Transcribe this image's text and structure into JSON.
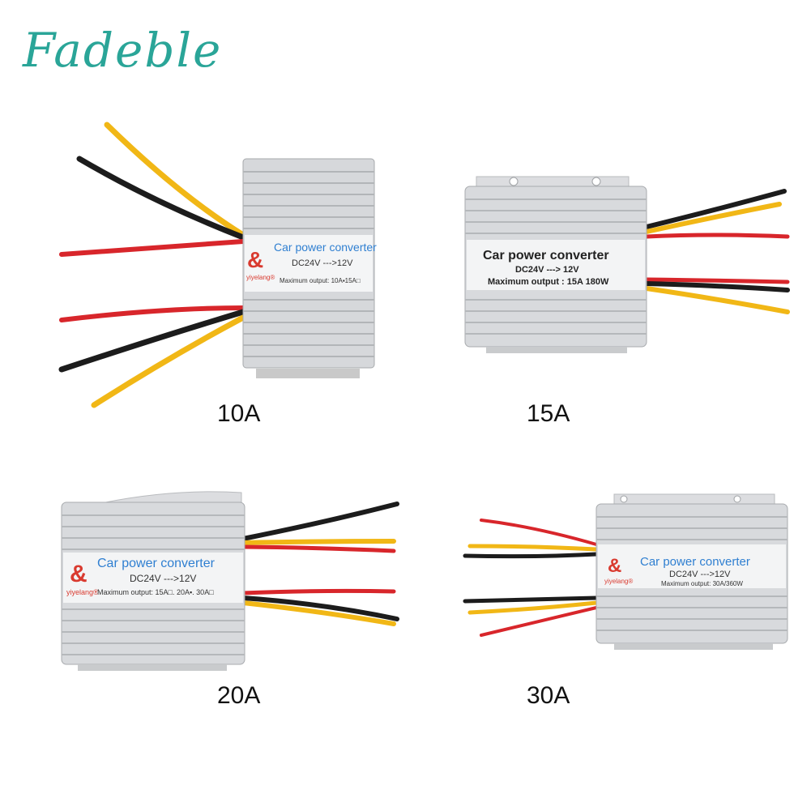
{
  "brand": "Fadeble",
  "products": [
    {
      "caption": "10A",
      "label": {
        "title": "Car power converter",
        "voltage": "DC24V --->12V",
        "output": "Maximum output: 10A▪15A□",
        "logo_mark": "&",
        "logo_text": "yiyelang®"
      }
    },
    {
      "caption": "15A",
      "label": {
        "title": "Car power converter",
        "voltage": "DC24V ---> 12V",
        "output": "Maximum output : 15A 180W"
      }
    },
    {
      "caption": "20A",
      "label": {
        "title": "Car power converter",
        "voltage": "DC24V --->12V",
        "output": "Maximum output: 15A□. 20A▪. 30A□",
        "logo_mark": "&",
        "logo_text": "yiyelang®"
      }
    },
    {
      "caption": "30A",
      "label": {
        "title": "Car power converter",
        "voltage": "DC24V --->12V",
        "output": "Maximum output: 30A/360W",
        "logo_mark": "&",
        "logo_text": "yiyelang®"
      }
    }
  ],
  "colors": {
    "brand": "#2aa598",
    "wire_red": "#d8262b",
    "wire_yellow": "#f1b716",
    "wire_black": "#1c1c1c",
    "label_blue": "#2f7fd1",
    "logo_red": "#d93a2f"
  }
}
